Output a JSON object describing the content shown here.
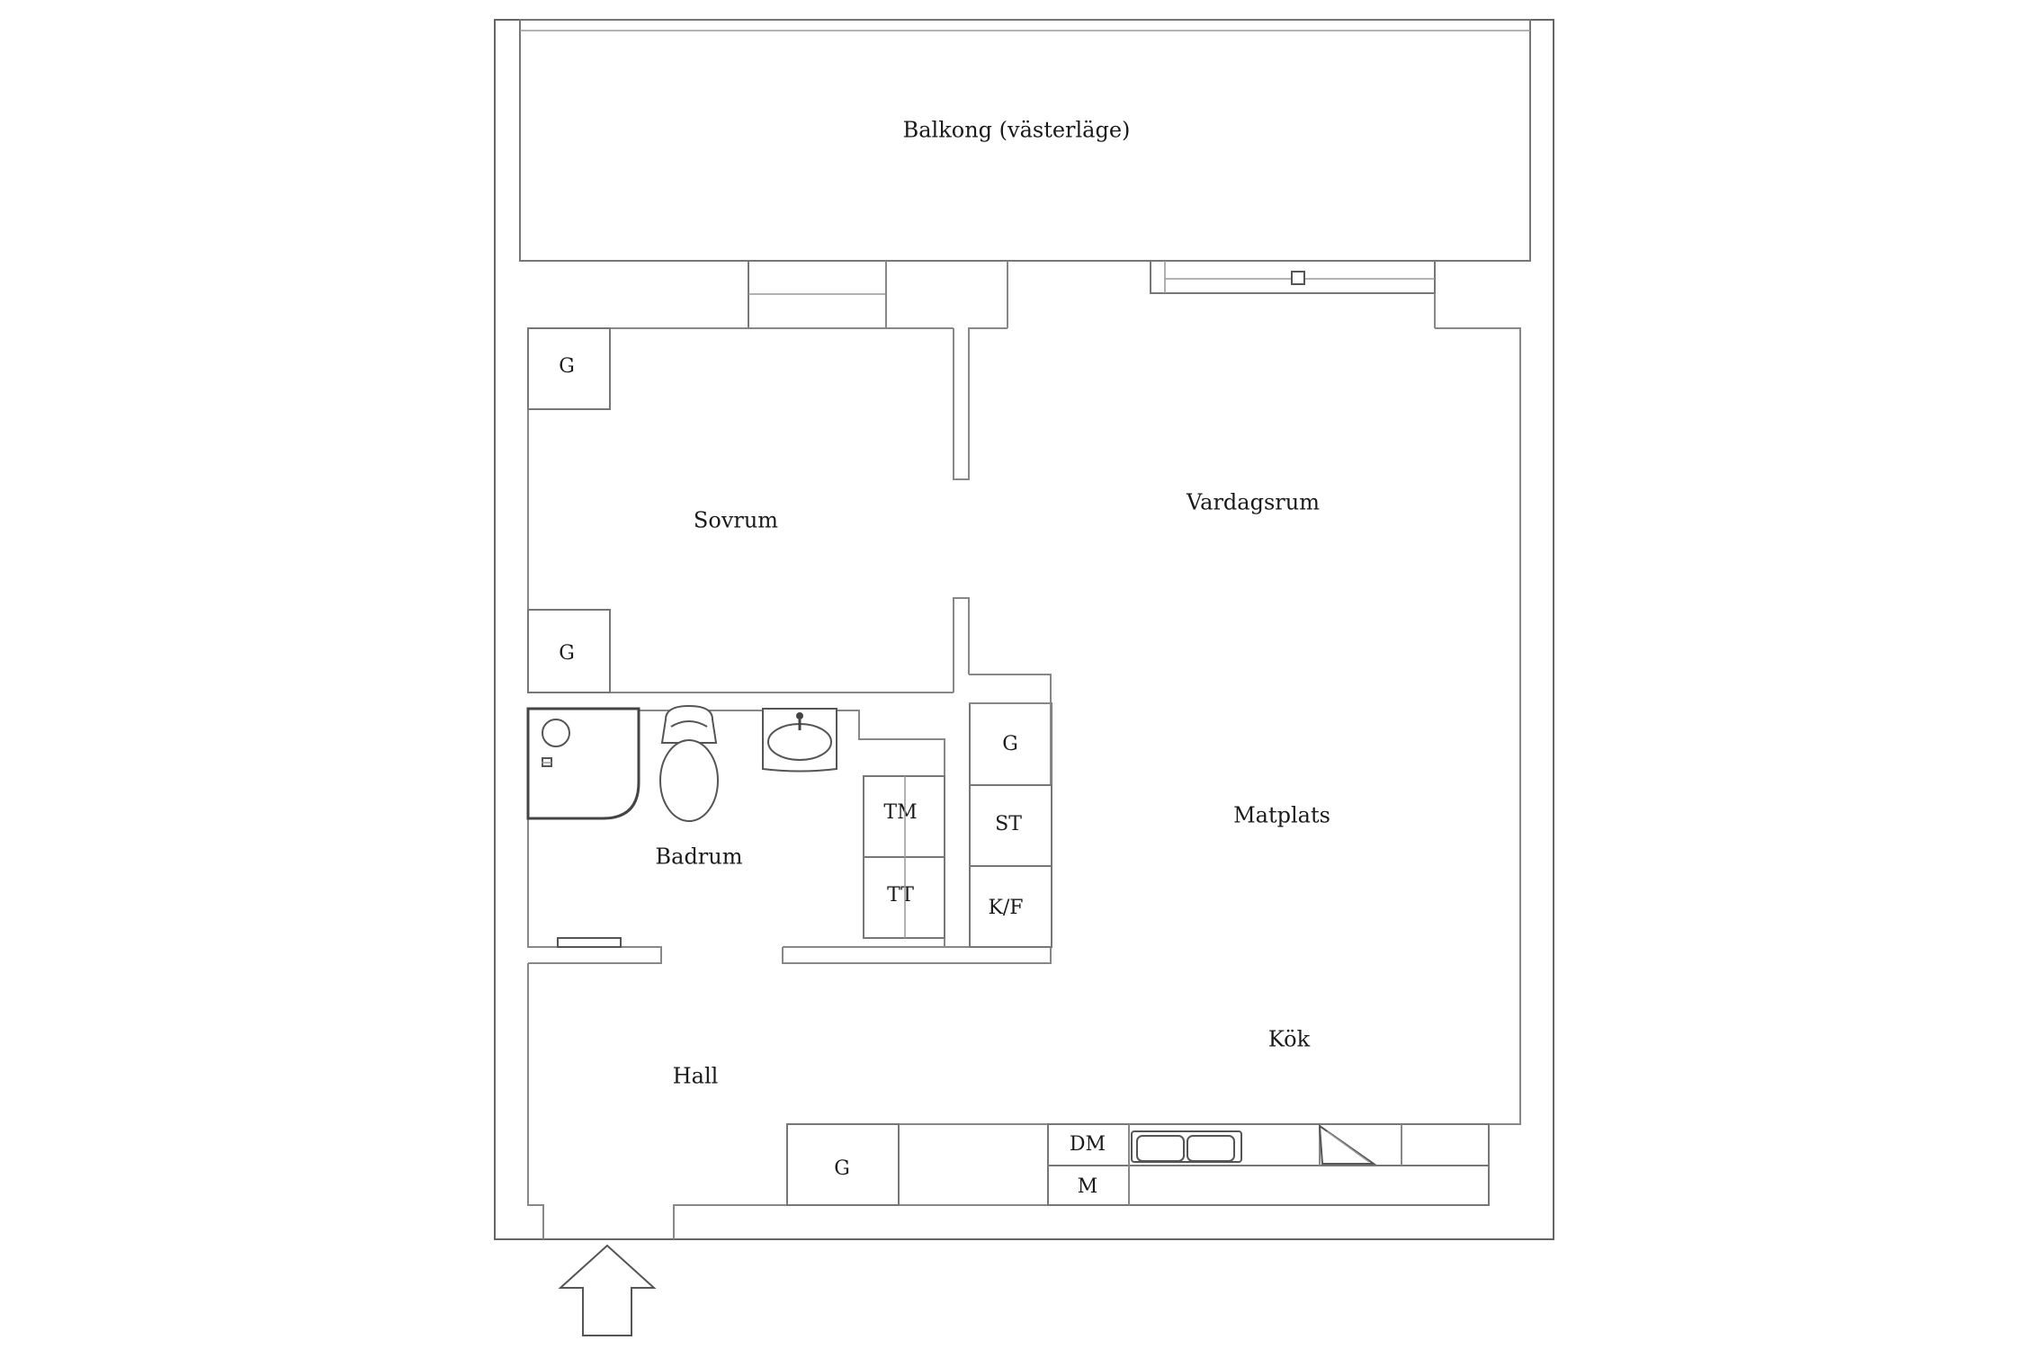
{
  "rooms": {
    "balcony": "Balkong (västerläge)",
    "bedroom": "Sovrum",
    "living": "Vardagsrum",
    "dining": "Matplats",
    "bathroom": "Badrum",
    "hall": "Hall",
    "kitchen": "Kök"
  },
  "fixtures": {
    "wardrobe": "G",
    "washer": "TM",
    "dryer": "TT",
    "cabinet": "ST",
    "fridge_freezer": "K/F",
    "dishwasher": "DM",
    "microwave": "M"
  },
  "icons": {
    "entrance": "entrance-arrow-icon"
  }
}
